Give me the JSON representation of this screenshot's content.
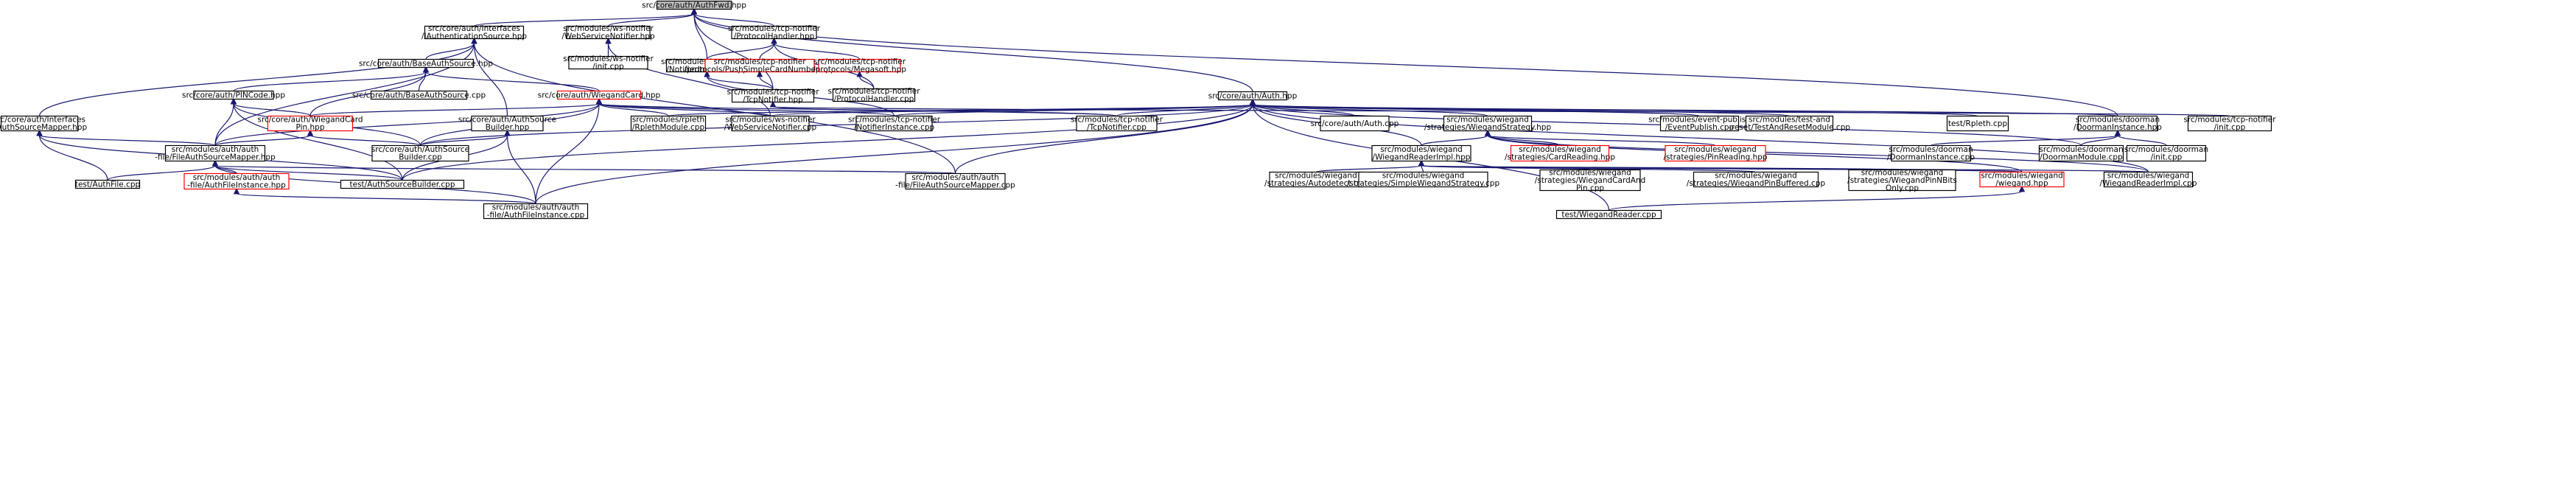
{
  "colors": {
    "edge": "#191970",
    "node_border": "#000000",
    "node_border_partial": "#ff0000",
    "node_fill": "#ffffff",
    "root_fill": "#bfbfbf"
  },
  "nodes": [
    {
      "id": "authfwd",
      "lines": [
        "src/core/auth/AuthFwd.hpp"
      ],
      "root": true
    },
    {
      "id": "iauthsrc",
      "lines": [
        "src/core/auth/Interfaces",
        "/IAuthenticationSource.hpp"
      ]
    },
    {
      "id": "wsnotifier",
      "lines": [
        "src/modules/ws-notifier",
        "/WebServiceNotifier.hpp"
      ]
    },
    {
      "id": "wsinit",
      "lines": [
        "src/modules/ws-notifier",
        "/init.cpp"
      ]
    },
    {
      "id": "tcpproto",
      "lines": [
        "src/modules/tcp-notifier",
        "/ProtocolHandler.hpp"
      ]
    },
    {
      "id": "baseauthhpp",
      "lines": [
        "src/core/auth/BaseAuthSource.hpp"
      ]
    },
    {
      "id": "tcpnotifinst",
      "lines": [
        "src/modules/tcp-notifier",
        "/NotifierInstance.hpp"
      ]
    },
    {
      "id": "pushsimple",
      "lines": [
        "src/modules/tcp-notifier",
        "/protocols/PushSimpleCardNumber.hpp"
      ],
      "partial": true
    },
    {
      "id": "megasoft",
      "lines": [
        "src/modules/tcp-notifier",
        "/protocols/Megasoft.hpp"
      ],
      "partial": true
    },
    {
      "id": "pincode",
      "lines": [
        "src/core/auth/PINCode.hpp"
      ]
    },
    {
      "id": "baseauthcpp",
      "lines": [
        "src/core/auth/BaseAuthSource.cpp"
      ]
    },
    {
      "id": "wiegandcard",
      "lines": [
        "src/core/auth/WiegandCard.hpp"
      ],
      "partial": true
    },
    {
      "id": "tcpnotifhpp",
      "lines": [
        "src/modules/tcp-notifier",
        "/TcpNotifier.hpp"
      ]
    },
    {
      "id": "protohandlercpp",
      "lines": [
        "src/modules/tcp-notifier",
        "/ProtocolHandler.cpp"
      ]
    },
    {
      "id": "authhpp",
      "lines": [
        "src/core/auth/Auth.hpp"
      ]
    },
    {
      "id": "iauthmapper",
      "lines": [
        "src/core/auth/Interfaces",
        "/IAuthSourceMapper.hpp"
      ]
    },
    {
      "id": "wcpinhpp",
      "lines": [
        "src/core/auth/WiegandCard",
        "Pin.hpp"
      ],
      "partial": true
    },
    {
      "id": "authbuilderhpp",
      "lines": [
        "src/core/auth/AuthSource",
        "Builder.hpp"
      ]
    },
    {
      "id": "rpleth",
      "lines": [
        "src/modules/rpleth",
        "/RplethModule.cpp"
      ]
    },
    {
      "id": "wsnotifcpp",
      "lines": [
        "src/modules/ws-notifier",
        "/WebServiceNotifier.cpp"
      ]
    },
    {
      "id": "notifinstcpp",
      "lines": [
        "src/modules/tcp-notifier",
        "/NotifierInstance.cpp"
      ]
    },
    {
      "id": "tcpnotifcpp",
      "lines": [
        "src/modules/tcp-notifier",
        "/TcpNotifier.cpp"
      ]
    },
    {
      "id": "authcpp",
      "lines": [
        "src/core/auth/Auth.cpp"
      ]
    },
    {
      "id": "wiegstrat",
      "lines": [
        "src/modules/wiegand",
        "/strategies/WiegandStrategy.hpp"
      ]
    },
    {
      "id": "eventpub",
      "lines": [
        "src/modules/event-publish",
        "/EventPublish.cpp"
      ]
    },
    {
      "id": "testreset",
      "lines": [
        "src/modules/test-and",
        "-reset/TestAndResetModule.cpp"
      ]
    },
    {
      "id": "testrpleth",
      "lines": [
        "test/Rpleth.cpp"
      ]
    },
    {
      "id": "doormaninsthpp",
      "lines": [
        "src/modules/doorman",
        "/DoormanInstance.hpp"
      ]
    },
    {
      "id": "tcpinit",
      "lines": [
        "src/modules/tcp-notifier",
        "/init.cpp"
      ]
    },
    {
      "id": "authmapperhpp",
      "lines": [
        "src/modules/auth/auth",
        "-file/FileAuthSourceMapper.hpp"
      ]
    },
    {
      "id": "authbuildercpp",
      "lines": [
        "src/core/auth/AuthSource",
        "Builder.cpp"
      ]
    },
    {
      "id": "wiegreaderhpp",
      "lines": [
        "src/modules/wiegand",
        "/WiegandReaderImpl.hpp"
      ]
    },
    {
      "id": "cardreading",
      "lines": [
        "src/modules/wiegand",
        "/strategies/CardReading.hpp"
      ],
      "partial": true
    },
    {
      "id": "pinreading",
      "lines": [
        "src/modules/wiegand",
        "/strategies/PinReading.hpp"
      ],
      "partial": true
    },
    {
      "id": "doormaninstcpp",
      "lines": [
        "src/modules/doorman",
        "/DoormanInstance.cpp"
      ]
    },
    {
      "id": "doormanmod",
      "lines": [
        "src/modules/doorman",
        "/DoormanModule.cpp"
      ]
    },
    {
      "id": "doormaninit",
      "lines": [
        "src/modules/doorman",
        "/init.cpp"
      ]
    },
    {
      "id": "testauthfile",
      "lines": [
        "test/AuthFile.cpp"
      ]
    },
    {
      "id": "authfileinsthpp",
      "lines": [
        "src/modules/auth/auth",
        "-file/AuthFileInstance.hpp"
      ],
      "partial": true
    },
    {
      "id": "testauthbuilder",
      "lines": [
        "test/AuthSourceBuilder.cpp"
      ]
    },
    {
      "id": "filemappercpp",
      "lines": [
        "src/modules/auth/auth",
        "-file/FileAuthSourceMapper.cpp"
      ]
    },
    {
      "id": "autodetect",
      "lines": [
        "src/modules/wiegand",
        "/strategies/Autodetect.cpp"
      ]
    },
    {
      "id": "simplestrat",
      "lines": [
        "src/modules/wiegand",
        "/strategies/SimpleWiegandStrategy.cpp"
      ]
    },
    {
      "id": "cardandpin",
      "lines": [
        "src/modules/wiegand",
        "/strategies/WiegandCardAnd",
        "Pin.cpp"
      ]
    },
    {
      "id": "pinbuffered",
      "lines": [
        "src/modules/wiegand",
        "/strategies/WiegandPinBuffered.cpp"
      ]
    },
    {
      "id": "pinnbits",
      "lines": [
        "src/modules/wiegand",
        "/strategies/WiegandPinNBits",
        "Only.cpp"
      ]
    },
    {
      "id": "wieghpp",
      "lines": [
        "src/modules/wiegand",
        "/wiegand.hpp"
      ],
      "partial": true
    },
    {
      "id": "wiegreadercpp",
      "lines": [
        "src/modules/wiegand",
        "/WiegandReaderImpl.cpp"
      ]
    },
    {
      "id": "authfileinstcpp",
      "lines": [
        "src/modules/auth/auth",
        "-file/AuthFileInstance.cpp"
      ]
    },
    {
      "id": "testwiegreader",
      "lines": [
        "test/WiegandReader.cpp"
      ]
    }
  ]
}
